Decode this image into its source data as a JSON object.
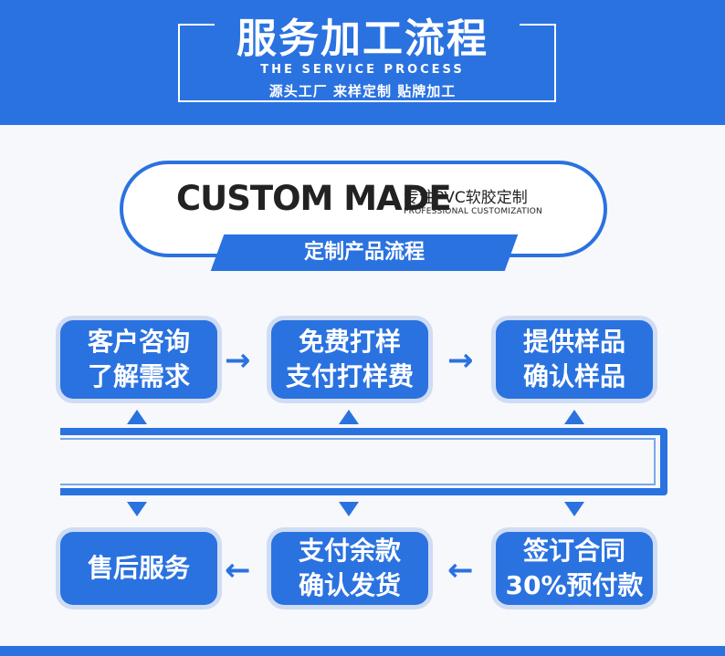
{
  "header": {
    "title": "服务加工流程",
    "subtitle_en": "THE SERVICE PROCESS",
    "subtitle_cn": "源头工厂 来样定制 贴牌加工"
  },
  "intro": {
    "custom_made": "CUSTOM MADE",
    "tagline_cn": "专注PVC软胶定制",
    "tagline_en": "PROFESSIONAL CUSTOMIZATION",
    "banner": "定制产品流程"
  },
  "steps": [
    {
      "line1": "客户咨询",
      "line2": "了解需求"
    },
    {
      "line1": "免费打样",
      "line2": "支付打样费"
    },
    {
      "line1": "提供样品",
      "line2": "确认样品"
    },
    {
      "line1": "签订合同",
      "line2": "30%预付款"
    },
    {
      "line1": "支付余款",
      "line2": "确认发货"
    },
    {
      "line1": "售后服务",
      "line2": ""
    }
  ],
  "arrows": {
    "right": "→",
    "left": "←"
  },
  "colors": {
    "primary": "#2a72e0",
    "background": "#f7f8fb"
  }
}
